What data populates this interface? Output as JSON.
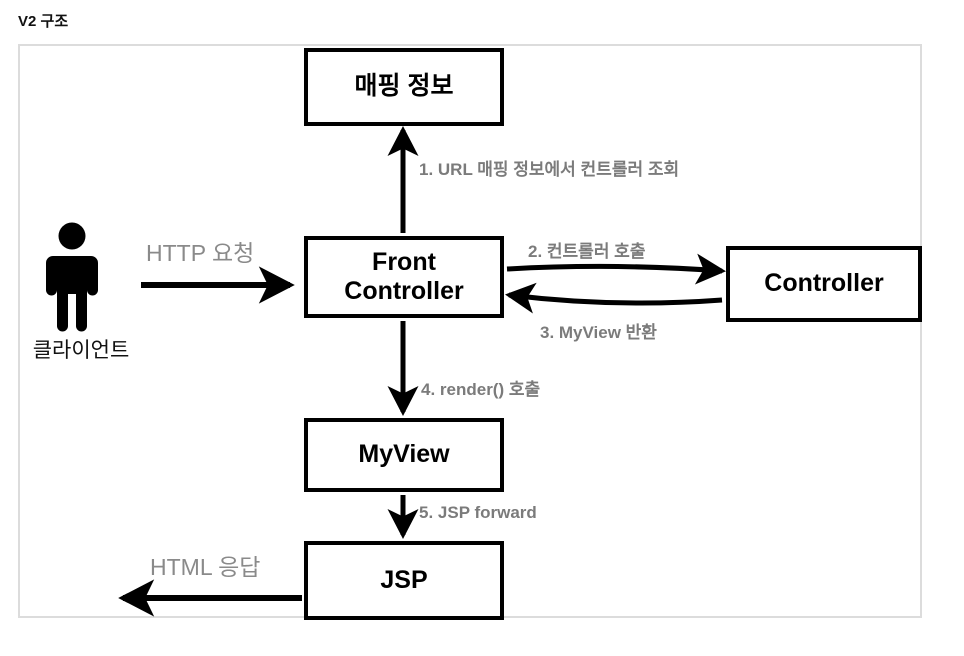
{
  "page": {
    "title": "V2 구조"
  },
  "diagram": {
    "type": "flow-diagram",
    "actor": {
      "icon": "person-icon",
      "label": "클라이언트"
    },
    "nodes": [
      {
        "id": "mapping",
        "label": "매핑 정보",
        "label_lines": [
          "매핑 정보"
        ]
      },
      {
        "id": "front-controller",
        "label": "Front Controller",
        "label_lines": [
          "Front",
          "Controller"
        ]
      },
      {
        "id": "controller",
        "label": "Controller",
        "label_lines": [
          "Controller"
        ]
      },
      {
        "id": "myview",
        "label": "MyView",
        "label_lines": [
          "MyView"
        ]
      },
      {
        "id": "jsp",
        "label": "JSP",
        "label_lines": [
          "JSP"
        ]
      }
    ],
    "edges": [
      {
        "id": "http-request",
        "label": "HTTP 요청",
        "from": "client",
        "to": "front-controller",
        "direction": "right"
      },
      {
        "id": "step1",
        "label": "1. URL 매핑 정보에서 컨트롤러 조회",
        "from": "front-controller",
        "to": "mapping",
        "direction": "up"
      },
      {
        "id": "step2",
        "label": "2. 컨트롤러 호출",
        "from": "front-controller",
        "to": "controller",
        "direction": "right"
      },
      {
        "id": "step3",
        "label": "3. MyView 반환",
        "from": "controller",
        "to": "front-controller",
        "direction": "left"
      },
      {
        "id": "step4",
        "label": "4. render() 호출",
        "from": "front-controller",
        "to": "myview",
        "direction": "down"
      },
      {
        "id": "step5",
        "label": "5. JSP forward",
        "from": "myview",
        "to": "jsp",
        "direction": "down"
      },
      {
        "id": "html-response",
        "label": "HTML 응답",
        "from": "jsp",
        "to": "client",
        "direction": "left"
      }
    ],
    "colors": {
      "node_border": "#000000",
      "node_fill": "#ffffff",
      "frame_border": "#dcdcdc",
      "label_gray": "#7b7b7b",
      "text_black": "#111111"
    }
  }
}
